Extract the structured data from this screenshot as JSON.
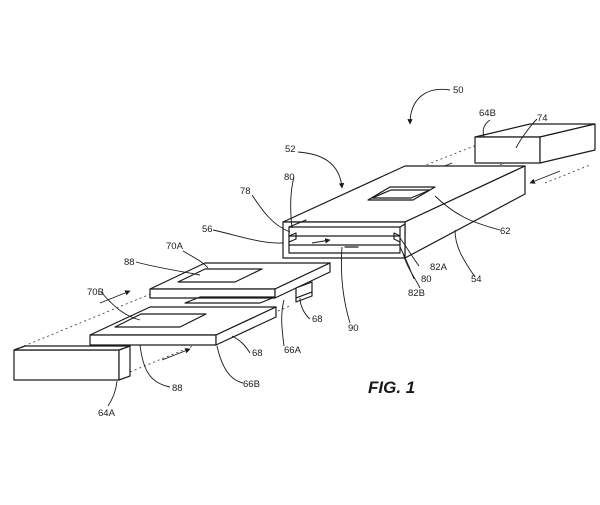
{
  "figure_title": "FIG. 1",
  "labels": {
    "l50": "50",
    "l52": "52",
    "l64b": "64B",
    "l74": "74",
    "l80a": "80",
    "l78": "78",
    "l56": "56",
    "l62": "62",
    "l82a": "82A",
    "l80b": "80",
    "l82b": "82B",
    "l54": "54",
    "l70a": "70A",
    "l88a": "88",
    "l70b": "70B",
    "l68a": "68",
    "l66a": "66A",
    "l68b": "68",
    "l90": "90",
    "l88b": "88",
    "l66b": "66B",
    "l64a": "64A"
  }
}
